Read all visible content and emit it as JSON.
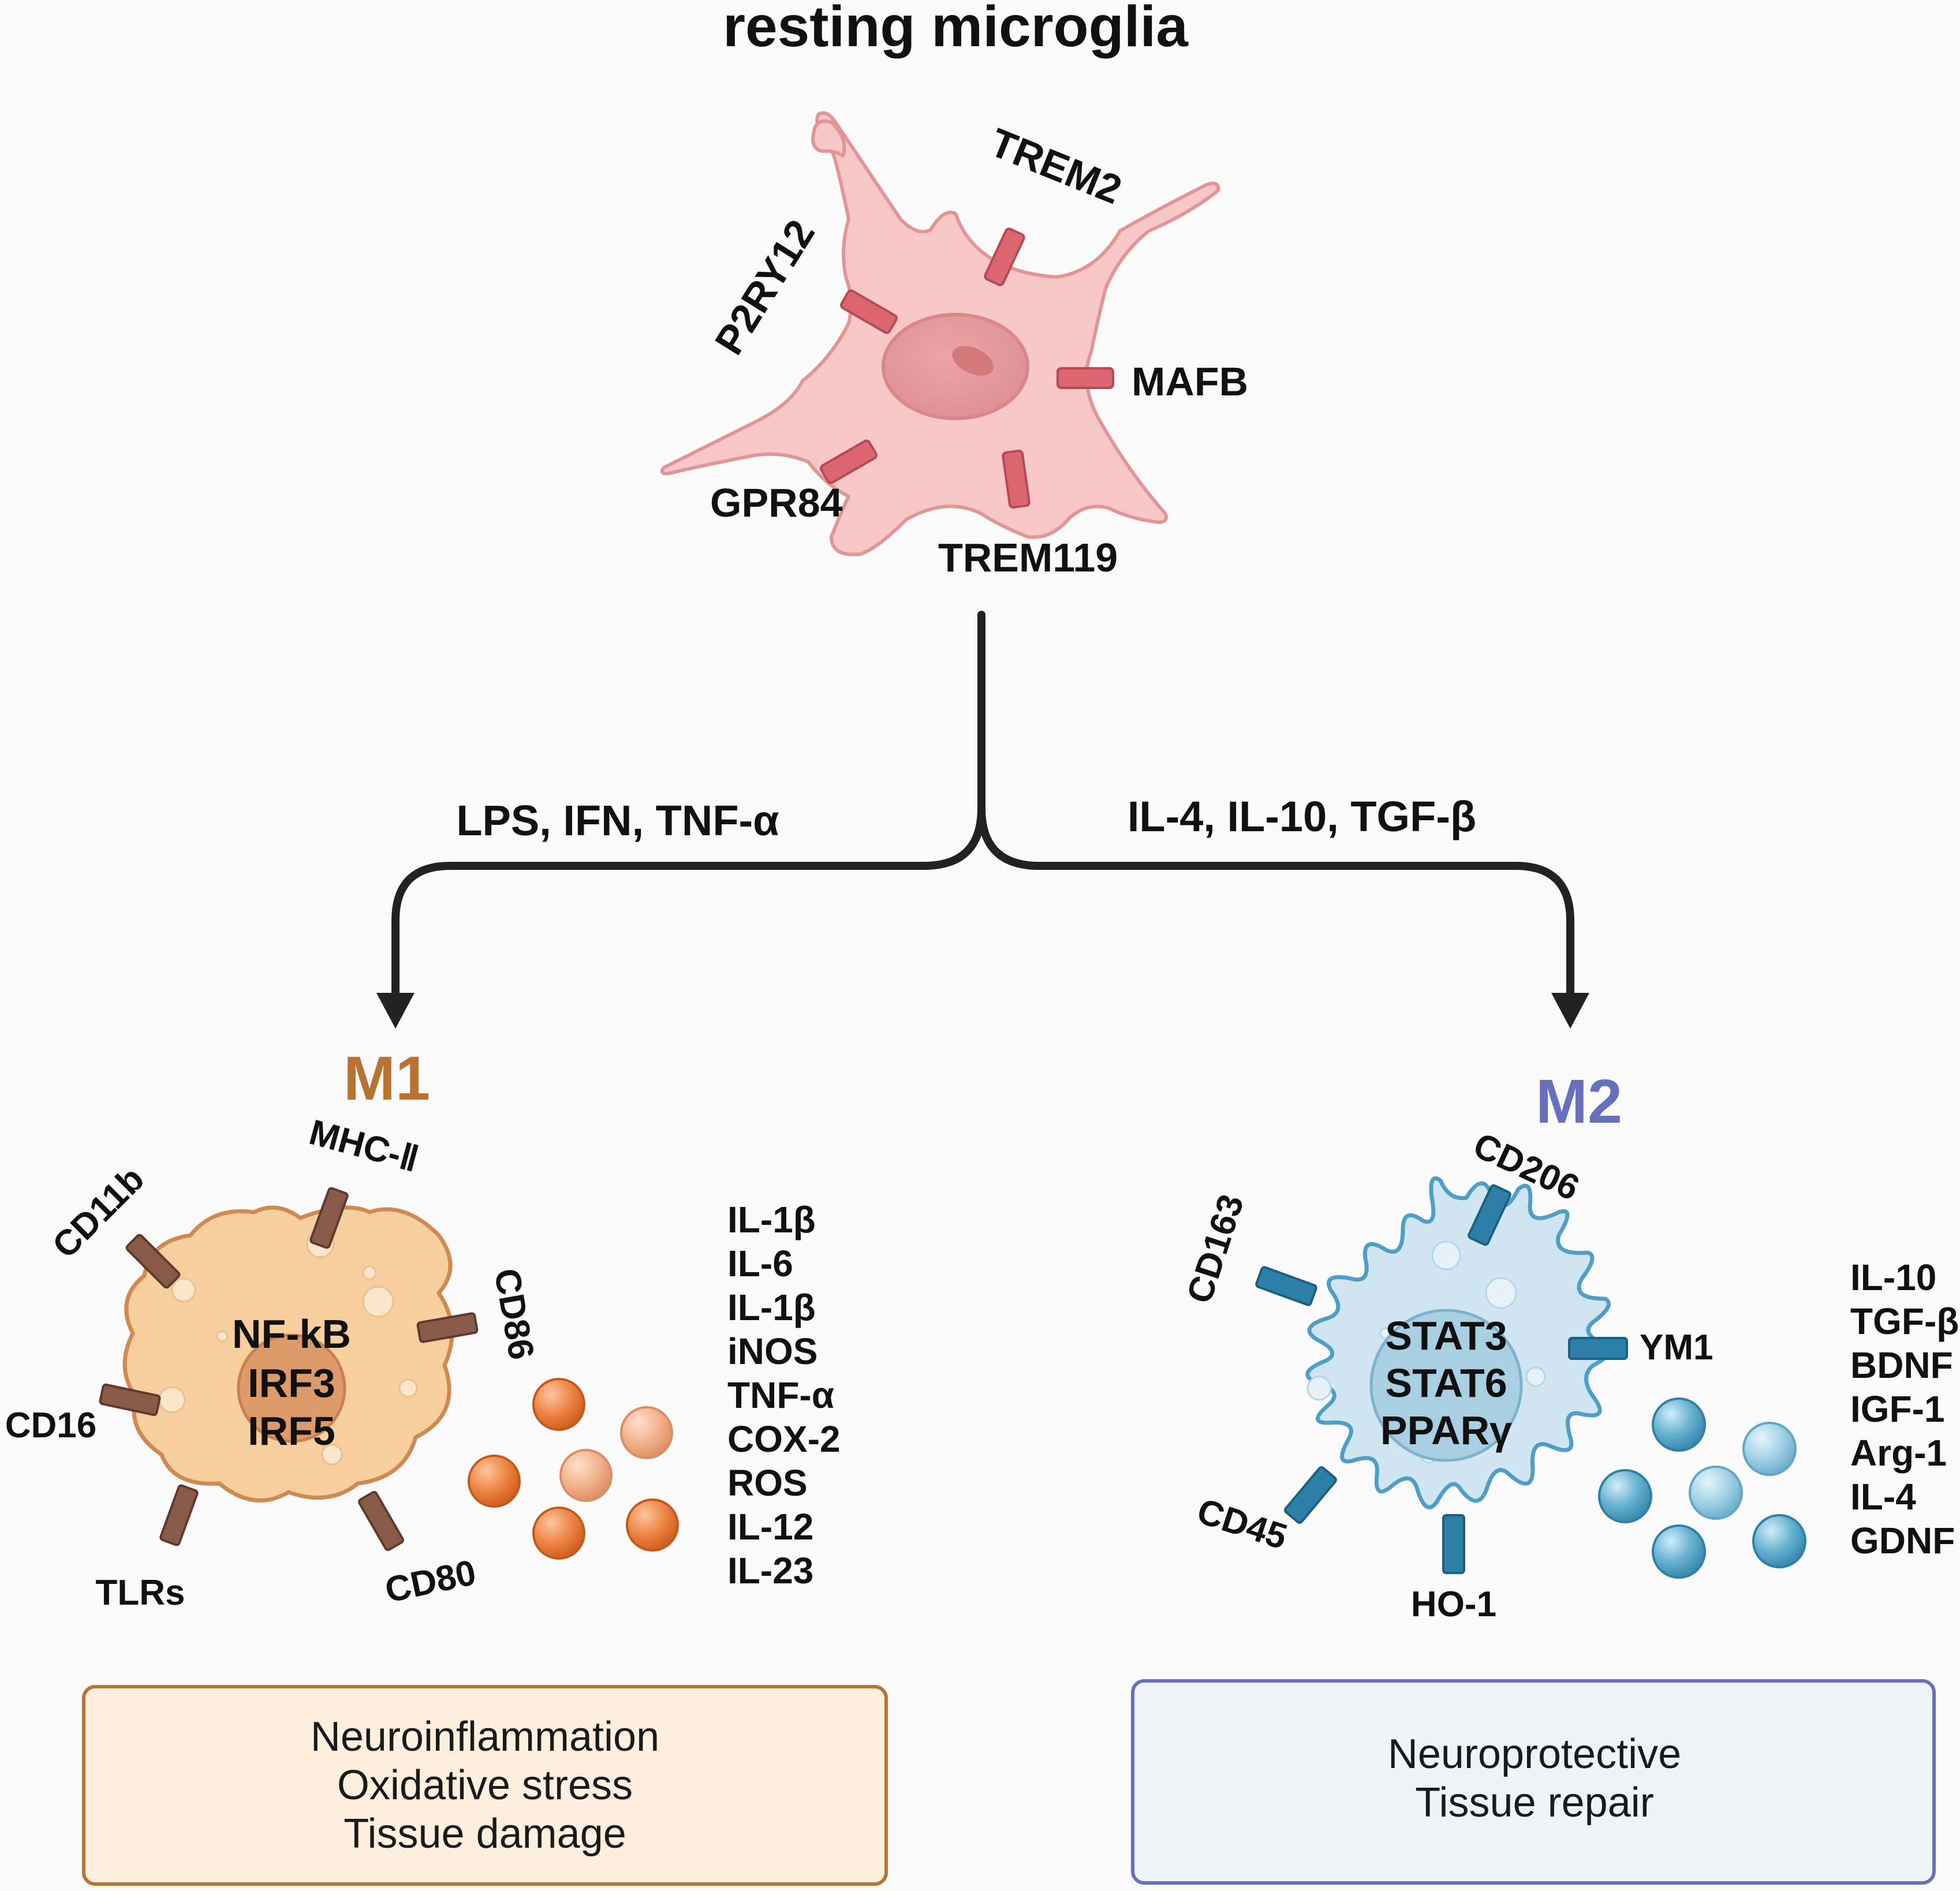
{
  "title": "resting microglia",
  "resting_markers": {
    "trem2": "TREM2",
    "p2ry12": "P2RY12",
    "mafb": "MAFB",
    "gpr84": "GPR84",
    "trem119": "TREM119"
  },
  "stimuli": {
    "m1": "LPS, IFN, TNF-α",
    "m2": "IL-4, IL-10, TGF-β"
  },
  "m1": {
    "label": "M1",
    "color": "#b87333",
    "receptors": {
      "mhc2": "MHC-Ⅱ",
      "cd11b": "CD11b",
      "cd86": "CD86",
      "cd16": "CD16",
      "tlrs": "TLRs",
      "cd80": "CD80"
    },
    "nucleus_factors": [
      "NF-kB",
      "IRF3",
      "IRF5"
    ],
    "secreted": [
      "IL-1β",
      "IL-6",
      "IL-1β",
      "iNOS",
      "TNF-α",
      "COX-2",
      "ROS",
      "IL-12",
      "IL-23"
    ],
    "outcomes": [
      "Neuroinflammation",
      "Oxidative stress",
      "Tissue damage"
    ]
  },
  "m2": {
    "label": "M2",
    "color": "#6670bd",
    "receptors": {
      "cd206": "CD206",
      "cd163": "CD163",
      "ym1": "YM1",
      "cd45": "CD45",
      "ho1": "HO-1"
    },
    "nucleus_factors": [
      "STAT3",
      "STAT6",
      "PPARγ"
    ],
    "secreted": [
      "IL-10",
      "TGF-β",
      "BDNF",
      "IGF-1",
      "Arg-1",
      "IL-4",
      "GDNF"
    ],
    "outcomes": [
      "Neuroprotective",
      "Tissue repair"
    ]
  }
}
